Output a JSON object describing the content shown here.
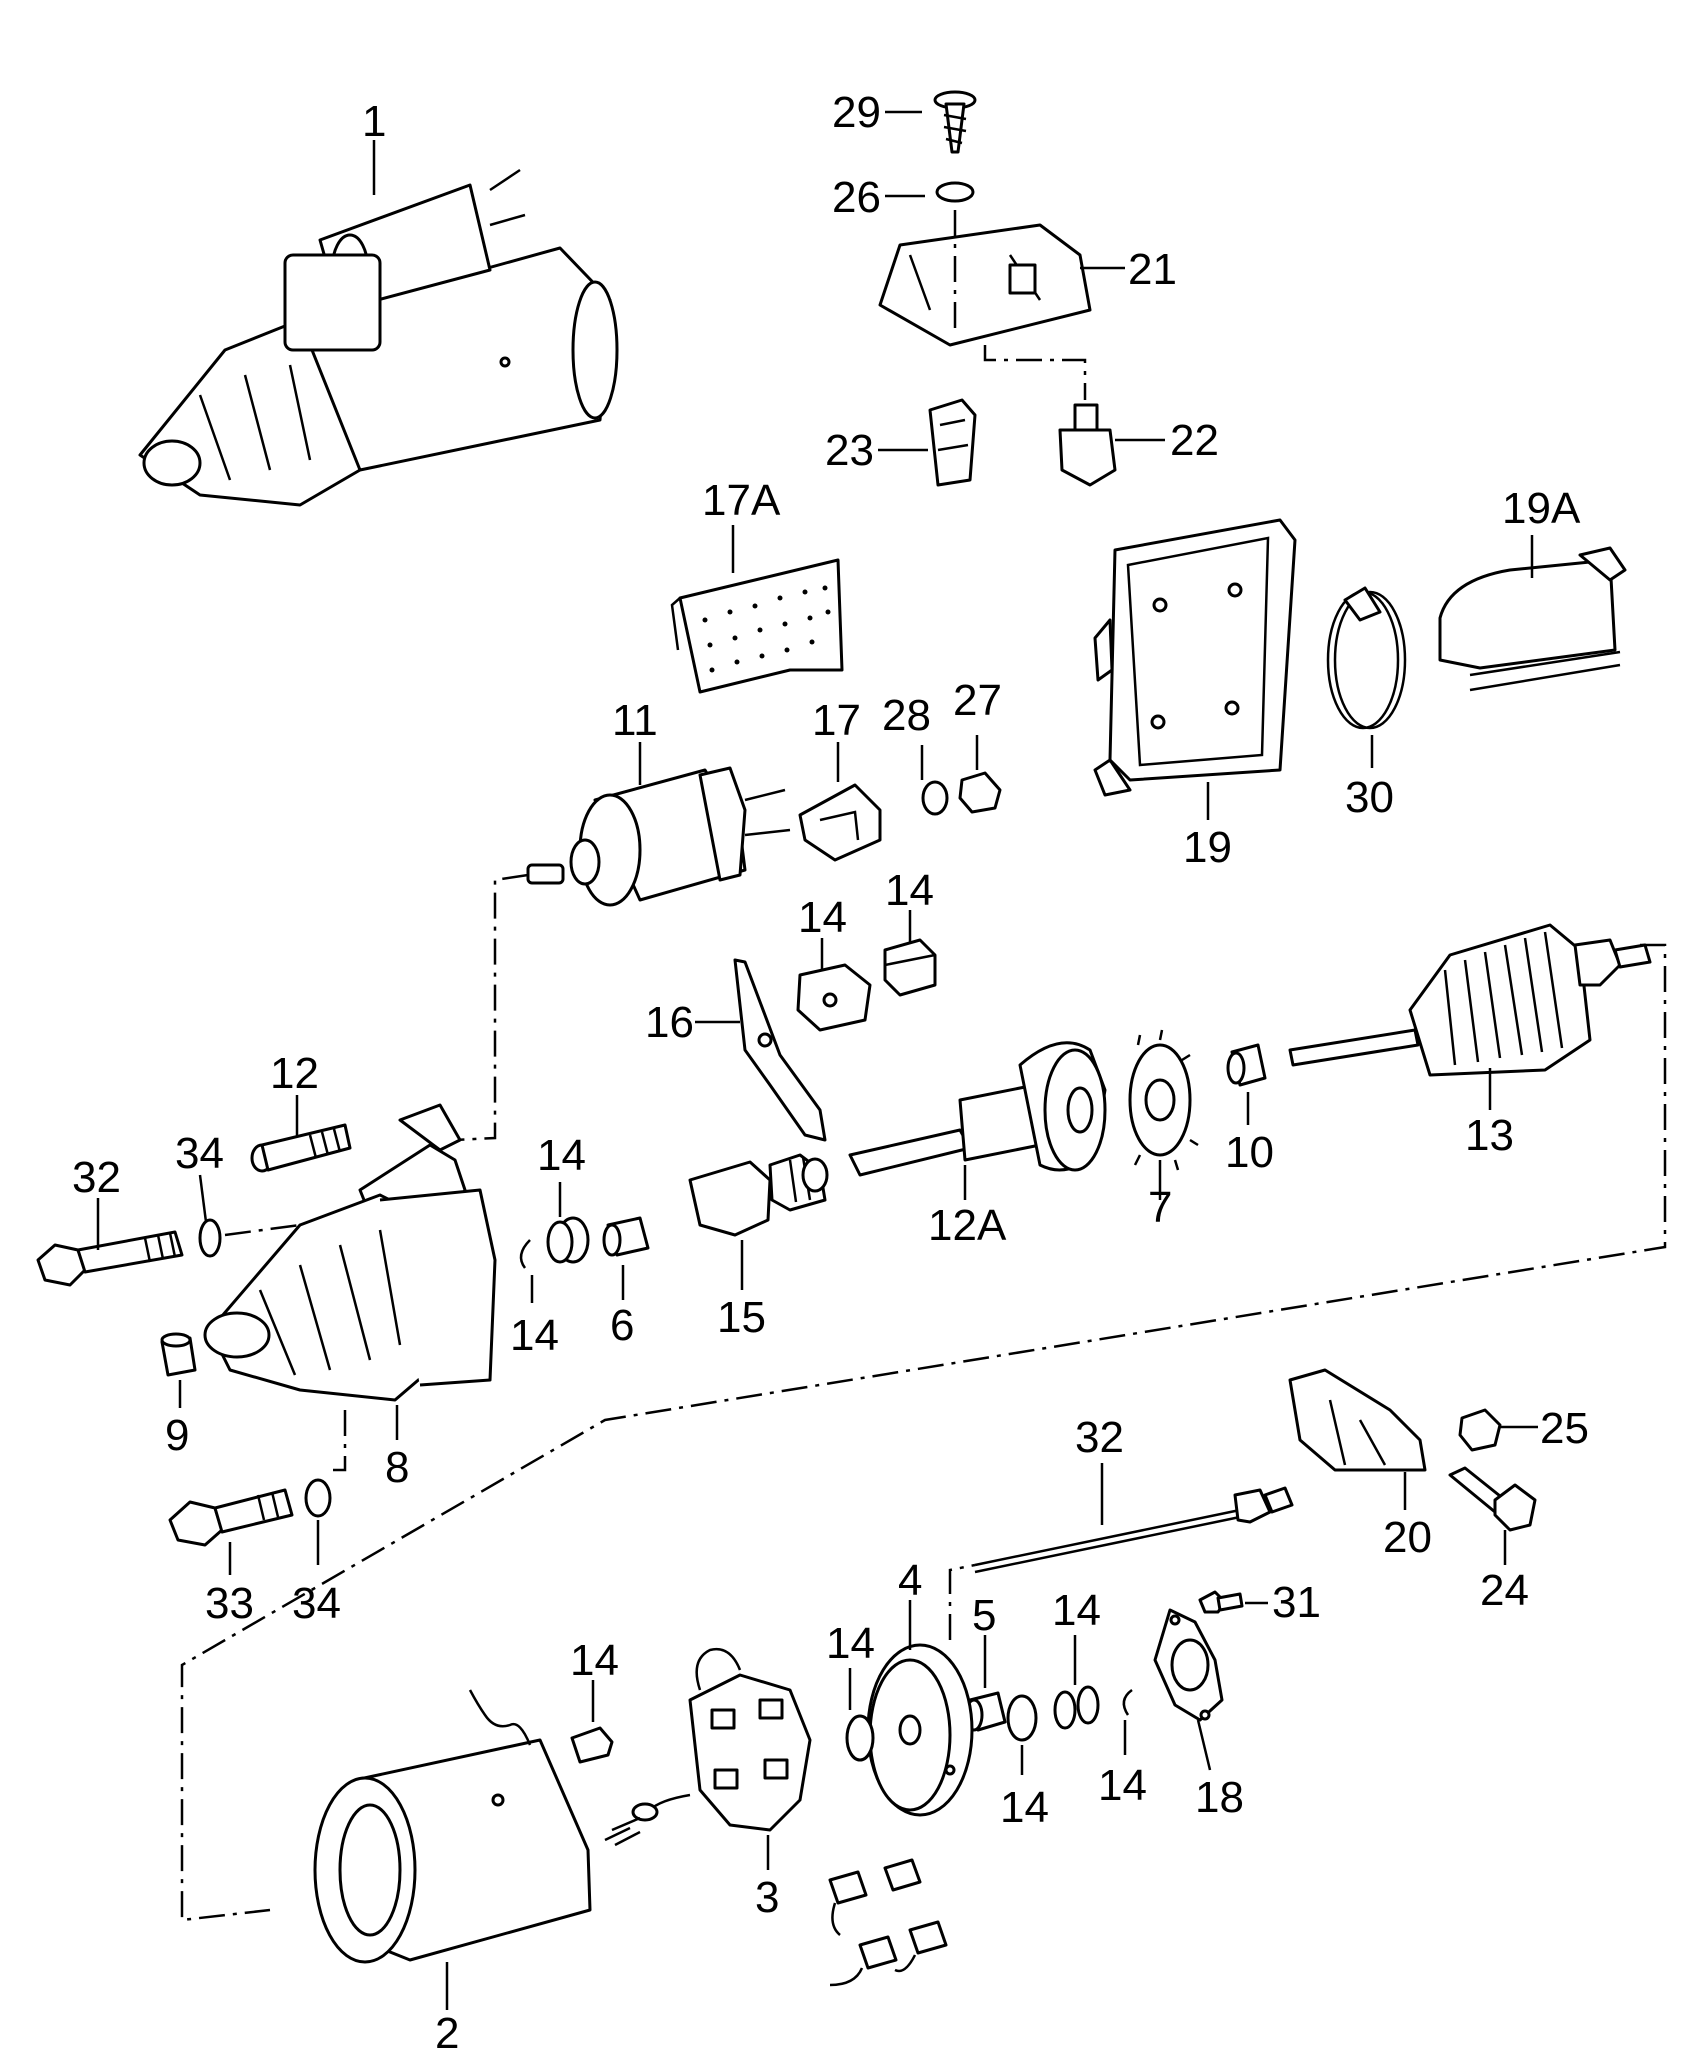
{
  "labels": {
    "l1": "1",
    "l2": "2",
    "l3": "3",
    "l4": "4",
    "l5": "5",
    "l6": "6",
    "l7": "7",
    "l8": "8",
    "l9": "9",
    "l10": "10",
    "l11": "11",
    "l12": "12",
    "l12a": "12A",
    "l13": "13",
    "l14": "14",
    "l15": "15",
    "l16": "16",
    "l17": "17",
    "l17a": "17A",
    "l18": "18",
    "l19": "19",
    "l19a": "19A",
    "l20": "20",
    "l21": "21",
    "l22": "22",
    "l23": "23",
    "l24": "24",
    "l25": "25",
    "l26": "26",
    "l27": "27",
    "l28": "28",
    "l29": "29",
    "l30": "30",
    "l31": "31",
    "l32": "32",
    "l33": "33",
    "l34": "34"
  }
}
